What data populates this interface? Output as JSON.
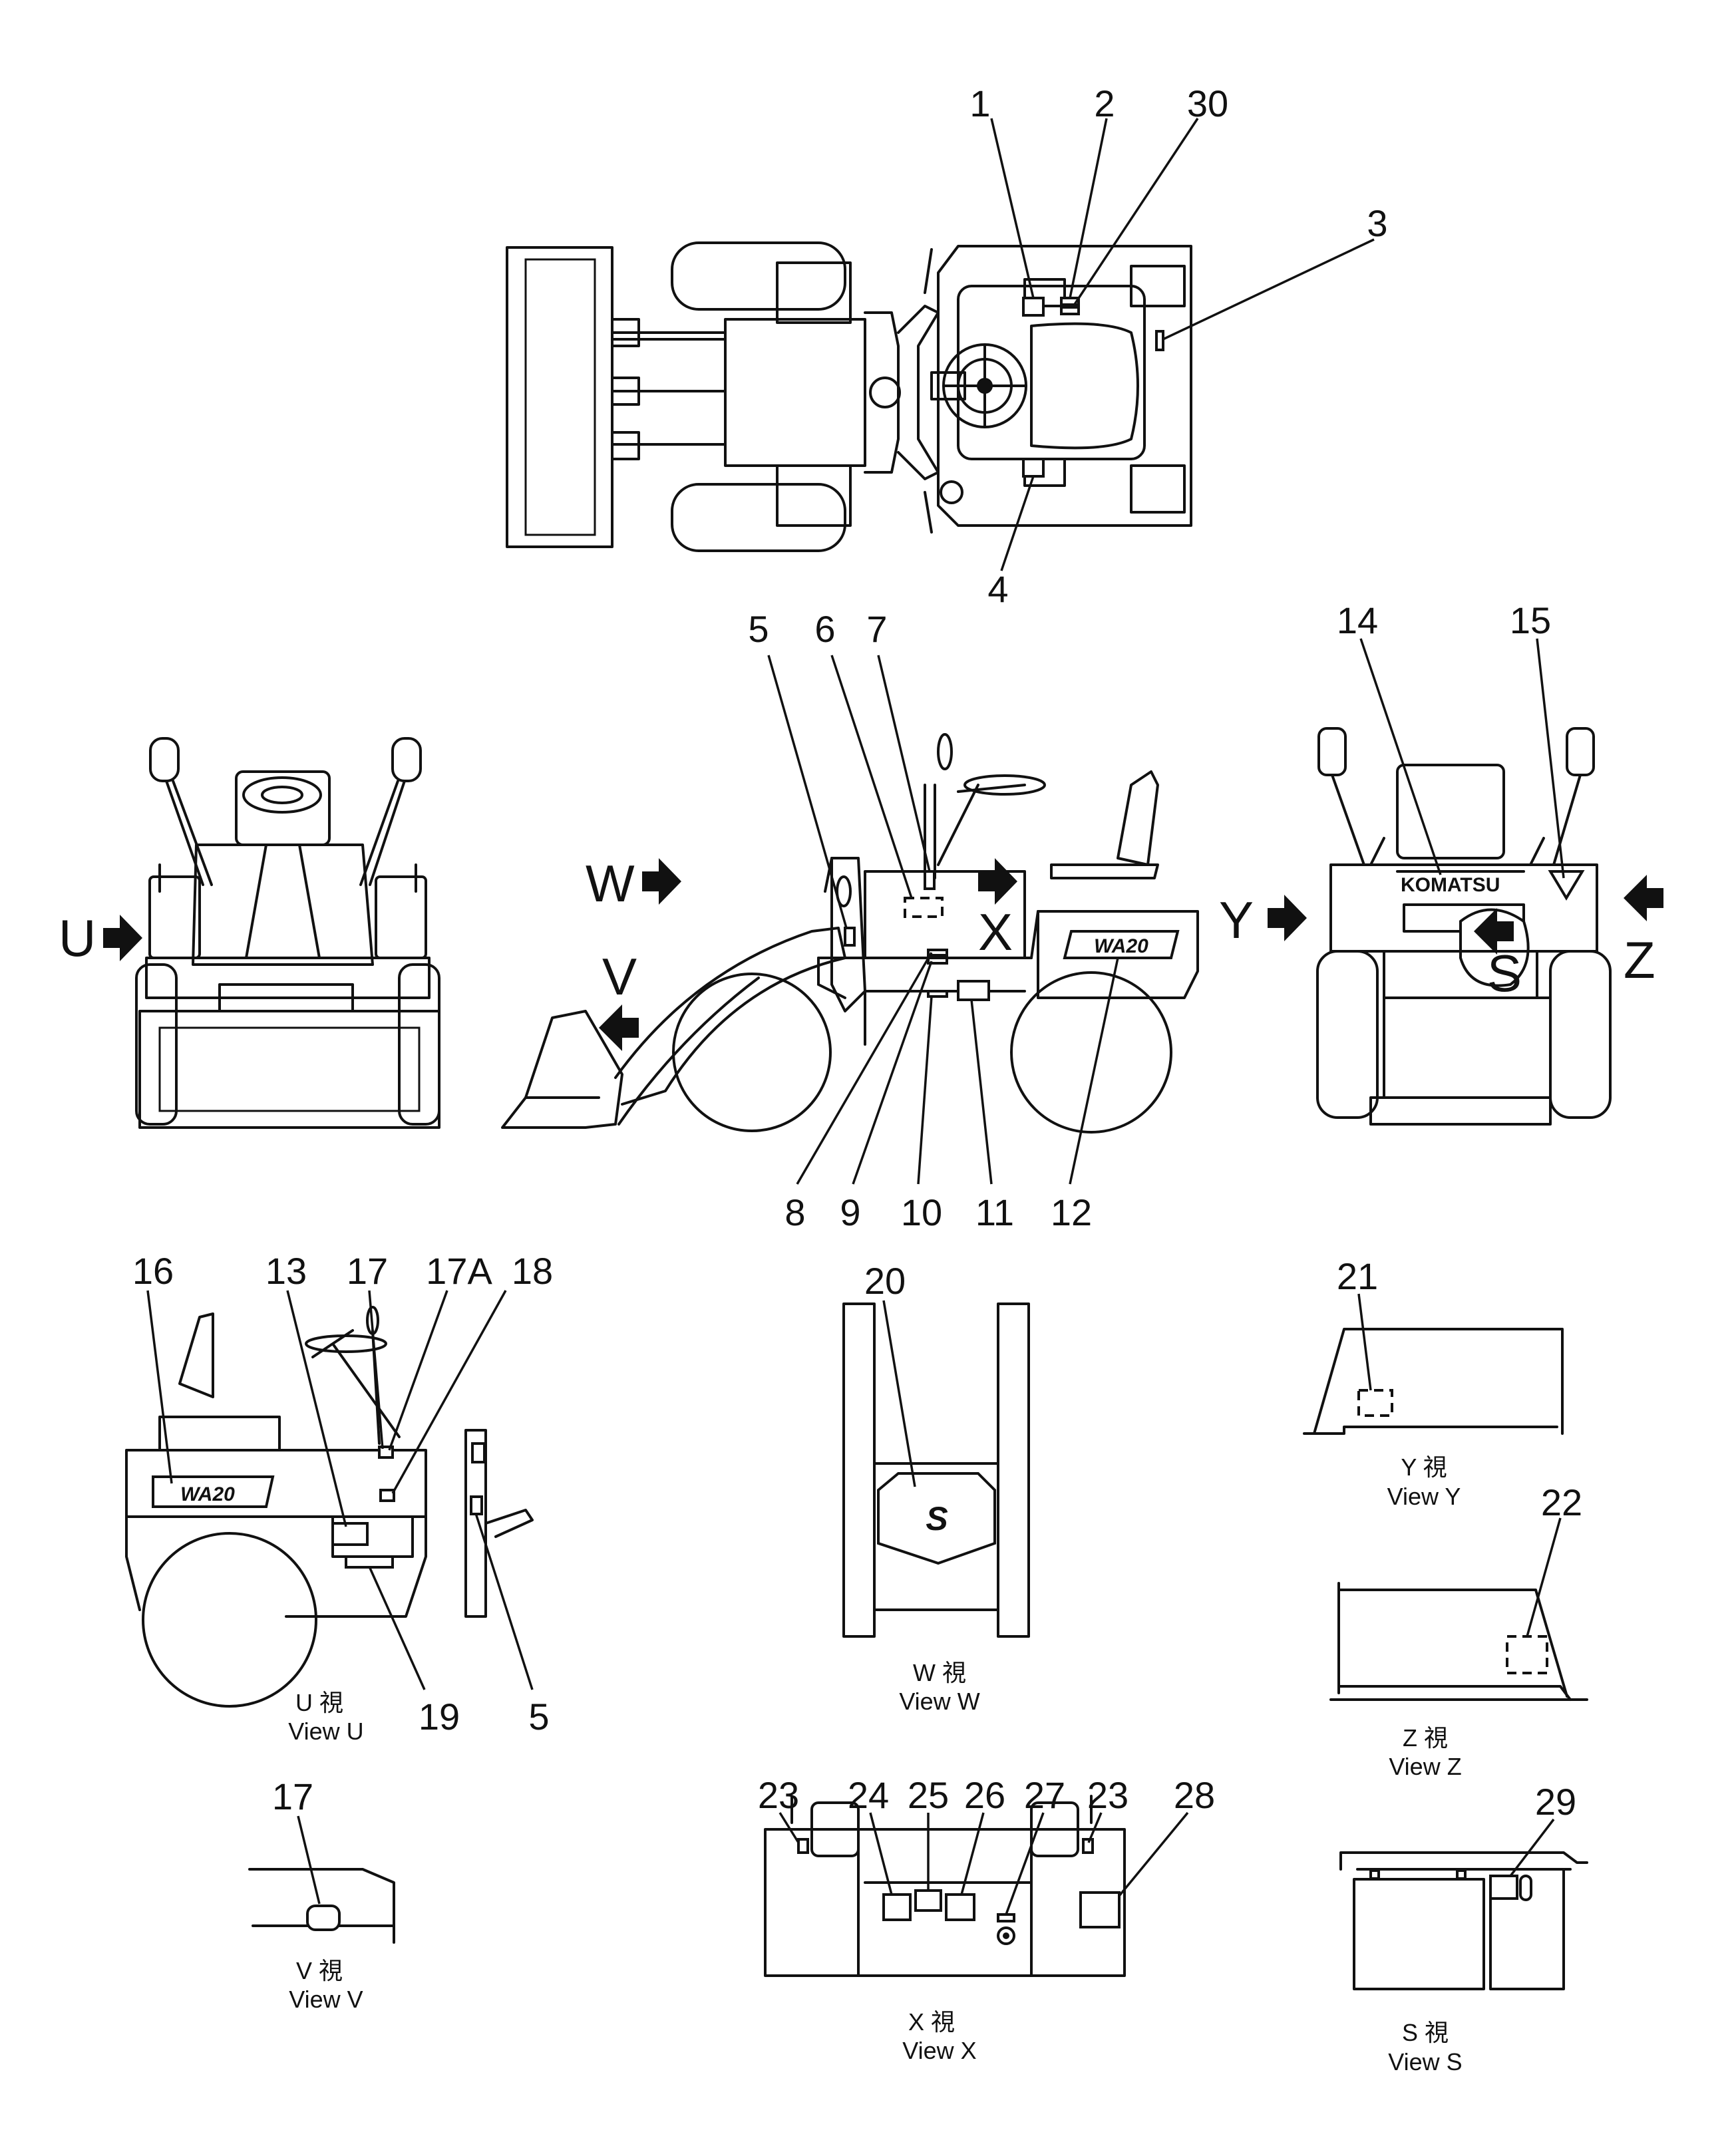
{
  "callouts": {
    "c1": "1",
    "c2": "2",
    "c30": "30",
    "c3": "3",
    "c4": "4",
    "c5": "5",
    "c6": "6",
    "c7": "7",
    "c14": "14",
    "c15": "15",
    "c8": "8",
    "c9": "9",
    "c10": "10",
    "c11": "11",
    "c12": "12",
    "c16": "16",
    "c13": "13",
    "c17": "17",
    "c17a": "17A",
    "c18": "18",
    "c19": "19",
    "c5b": "5",
    "c20": "20",
    "c21": "21",
    "c22": "22",
    "c17b": "17",
    "c23a": "23",
    "c24": "24",
    "c25": "25",
    "c26": "26",
    "c27": "27",
    "c23b": "23",
    "c28": "28",
    "c29": "29"
  },
  "view_arrows": {
    "u": "U",
    "w": "W",
    "v": "V",
    "x": "X",
    "y": "Y",
    "z": "Z",
    "s": "S"
  },
  "decals": {
    "model": "WA20",
    "brand": "KOMATSU",
    "s_mark": "S"
  },
  "captions": {
    "u": {
      "jp": "U 視",
      "en": "View U"
    },
    "w": {
      "jp": "W 視",
      "en": "View W"
    },
    "y": {
      "jp": "Y 視",
      "en": "View Y"
    },
    "z": {
      "jp": "Z 視",
      "en": "View Z"
    },
    "v": {
      "jp": "V 視",
      "en": "View V"
    },
    "x": {
      "jp": "X 視",
      "en": "View X"
    },
    "s": {
      "jp": "S 視",
      "en": "View S"
    }
  }
}
